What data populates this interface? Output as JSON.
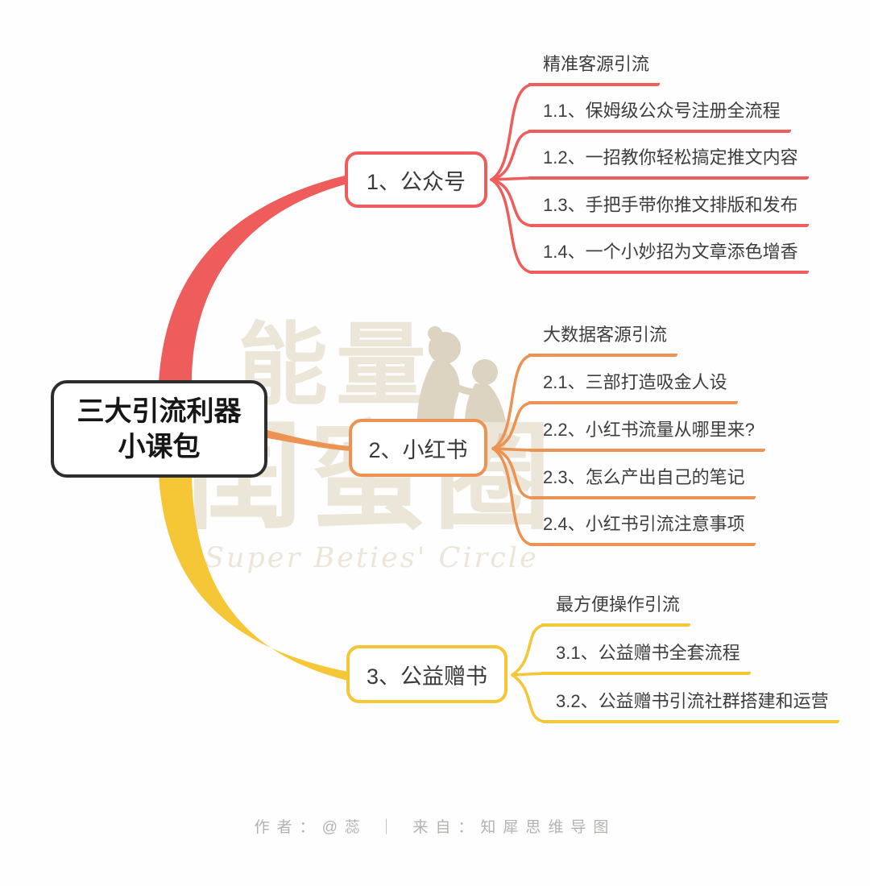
{
  "colors": {
    "red": "#EF5C5C",
    "orange": "#EC9252",
    "yellow": "#F5C636",
    "center_border": "#2D2D2D",
    "center_text": "#161616",
    "node_text": "#3A3A3A",
    "row_text": "#3D3D3D",
    "footer_text": "#B3B3AD",
    "watermark_text": "#ECE6D8",
    "watermark_figure": "#DDD3C1",
    "background": "#FEFEFE"
  },
  "center": {
    "line1": "三大引流利器",
    "line2": "小课包"
  },
  "branches": [
    {
      "label": "1、公众号",
      "header": "精准客源引流",
      "items": [
        "1.1、保姆级公众号注册全流程",
        "1.2、一招教你轻松搞定推文内容",
        "1.3、手把手带你推文排版和发布",
        "1.4、一个小妙招为文章添色增香"
      ]
    },
    {
      "label": "2、小红书",
      "header": "大数据客源引流",
      "items": [
        "2.1、三部打造吸金人设",
        "2.2、小红书流量从哪里来?",
        "2.3、怎么产出自己的笔记",
        "2.4、小红书引流注意事项"
      ]
    },
    {
      "label": "3、公益赠书",
      "header": "最方便操作引流",
      "items": [
        "3.1、公益赠书全套流程",
        "3.2、公益赠书引流社群搭建和运营"
      ]
    }
  ],
  "watermark": {
    "cn_line1": "能量",
    "cn_line2": "闺蜜圈",
    "english": "Super Beties' Circle",
    "figure_icon": "two-besties-silhouette"
  },
  "footer": {
    "credit": "作者：@蕊 ｜ 来自：知犀思维导图"
  }
}
